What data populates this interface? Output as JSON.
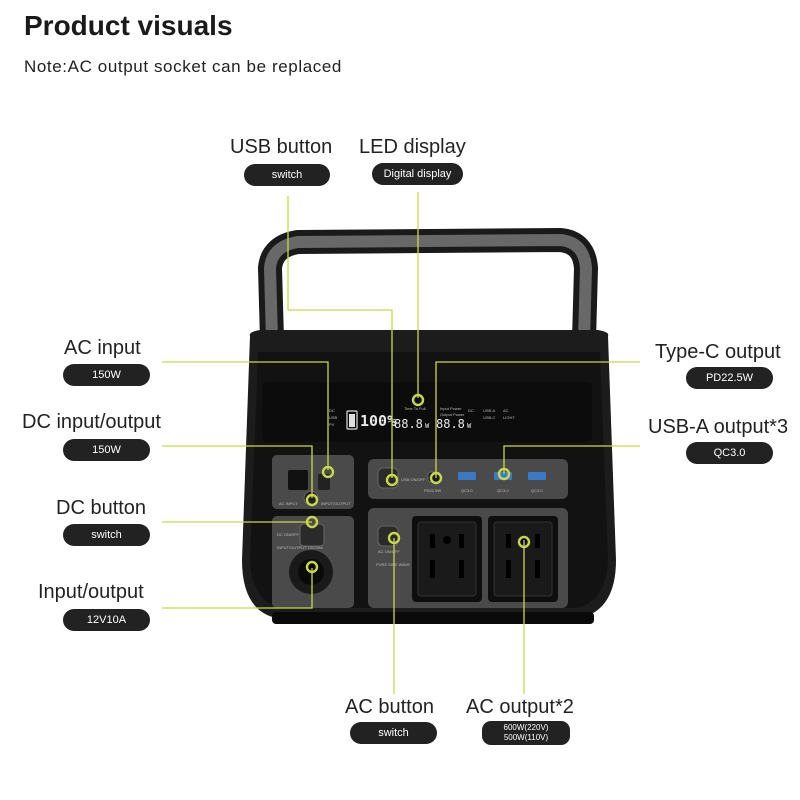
{
  "page": {
    "title": "Product visuals",
    "note": "Note:AC output socket can be replaced"
  },
  "callouts": {
    "usb_button": {
      "label": "USB button",
      "tag": "switch"
    },
    "led_display": {
      "label": "LED display",
      "tag": "Digital display"
    },
    "ac_input": {
      "label": "AC input",
      "tag": "150W"
    },
    "dc_io": {
      "label": "DC input/output",
      "tag": "150W"
    },
    "dc_button": {
      "label": "DC button",
      "tag": "switch"
    },
    "input_output": {
      "label": "Input/output",
      "tag": "12V10A"
    },
    "type_c": {
      "label": "Type-C output",
      "tag": "PD22.5W"
    },
    "usb_a": {
      "label": "USB-A output*3",
      "tag": "QC3.0"
    },
    "ac_button": {
      "label": "AC button",
      "tag": "switch"
    },
    "ac_output": {
      "label": "AC output*2",
      "tag_line1": "600W(220V)",
      "tag_line2": "500W(110V)"
    }
  },
  "device": {
    "lcd": {
      "percent": "100%",
      "left_labels": [
        "DC",
        "USB",
        "PV"
      ],
      "value1": "88.8",
      "value2": "88.8",
      "unit": "W",
      "top_labels": [
        "Time To Full",
        "Input Power",
        "Output Power"
      ],
      "right_labels": [
        "DC",
        "USB-A",
        "AC",
        "USB-C",
        "LIGHT"
      ]
    },
    "panel_labels": {
      "ac_input": "AC INPUT",
      "dc_io": "INPUT/OUTPUT",
      "dc_onoff": "DC ON/OFF",
      "input_output": "INPUT/OUTPUT 12V/10A",
      "usb_onoff": "USB ON/OFF",
      "pd": "PD22.5W",
      "qc1": "QC3.0",
      "qc2": "QC3.0",
      "qc3": "QC3.0",
      "ac_onoff": "AC ON/OFF",
      "pure_sine": "PURE SINE WAVE"
    }
  },
  "colors": {
    "accent": "#c8d84a",
    "body": "#1c1c1c",
    "panel": "#4a4a4a",
    "pill": "#222222",
    "usb_port": "#3a78c8"
  }
}
